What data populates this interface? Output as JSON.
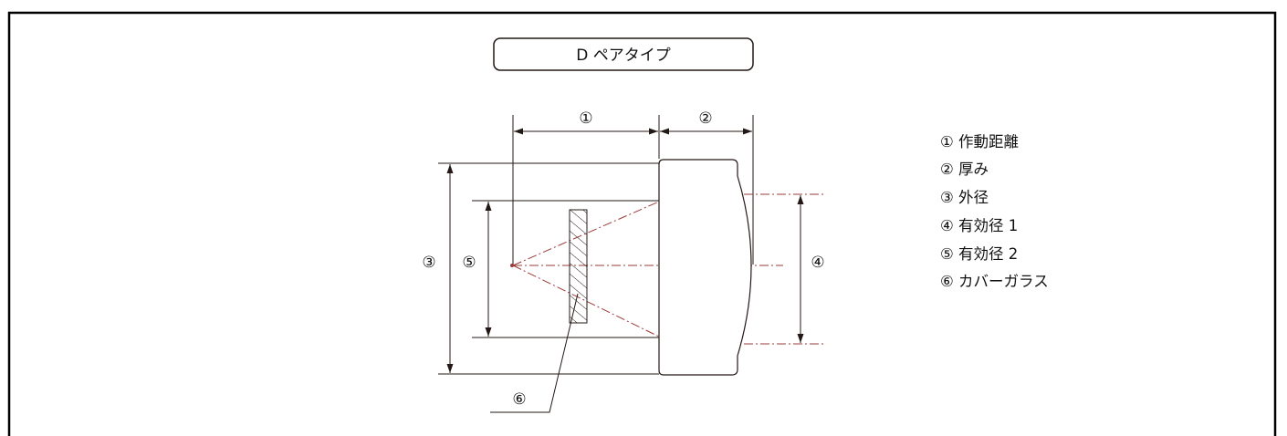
{
  "title": "D ペアタイプ",
  "labels": {
    "working_distance": "①",
    "thickness": "②",
    "outer_diameter": "③",
    "effective_diameter_1": "④",
    "effective_diameter_2": "⑤",
    "cover_glass": "⑥"
  },
  "legend": [
    "① 作動距離",
    "② 厚み",
    "③ 外径",
    "④ 有効径 1",
    "⑤ 有効径 2",
    "⑥ カバーガラス"
  ],
  "colors": {
    "line": "#231815",
    "optical_axis": "#9b3a3a",
    "frame": "#000000"
  }
}
